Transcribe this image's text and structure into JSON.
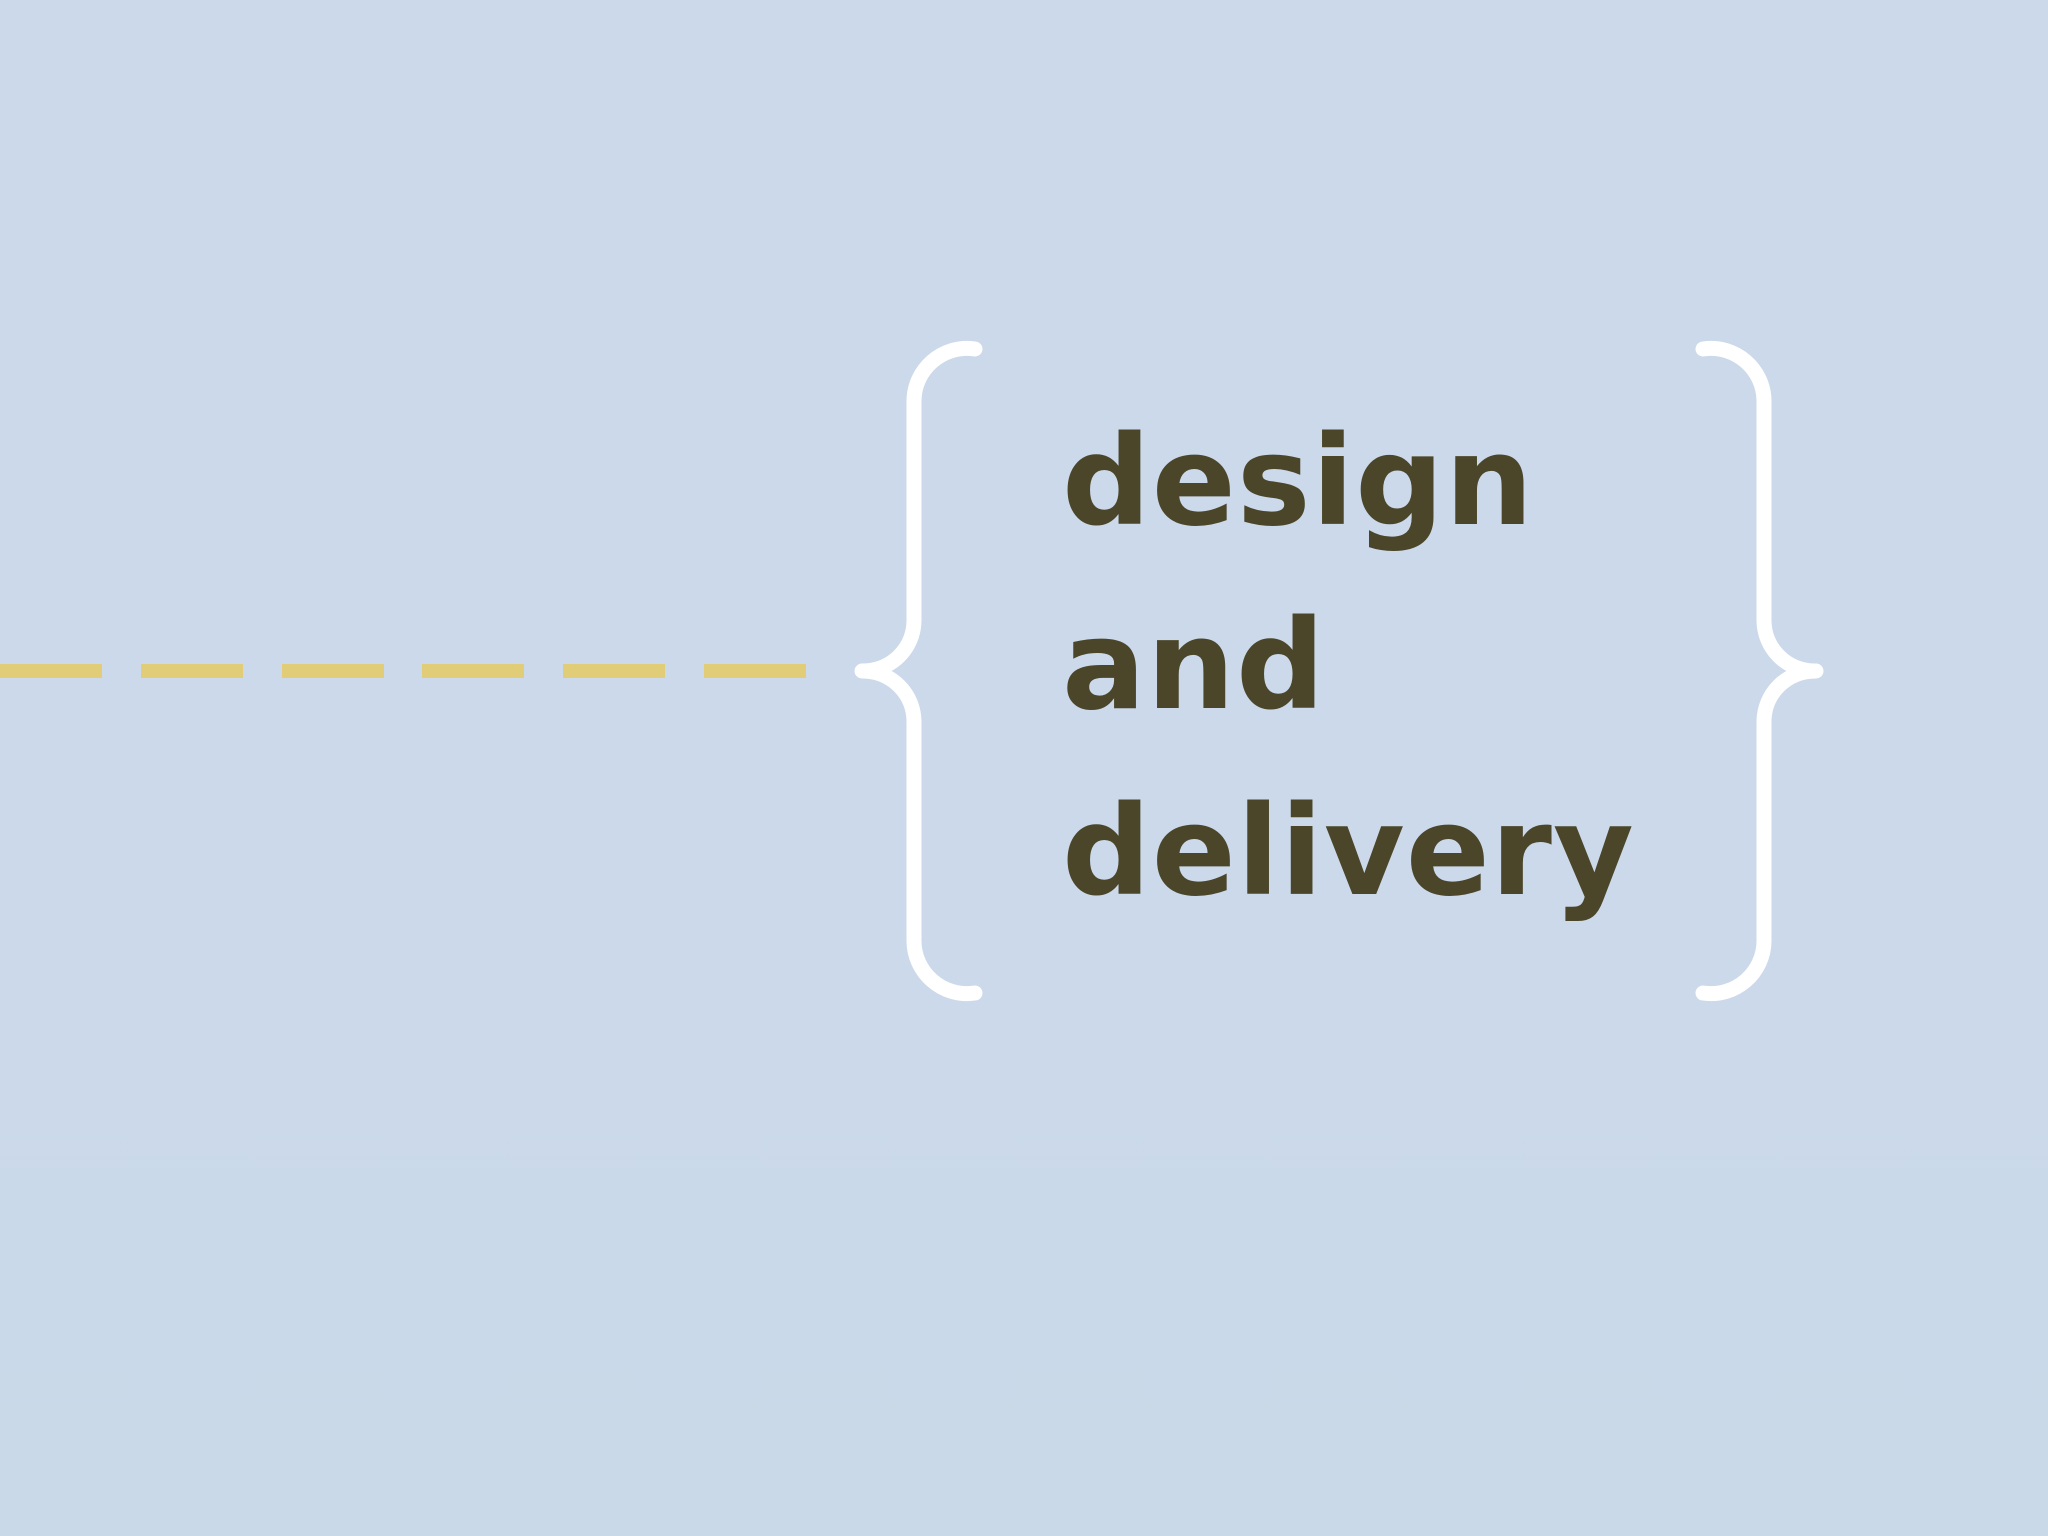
{
  "label": {
    "lines": [
      "design",
      "and",
      "delivery"
    ]
  },
  "colors": {
    "background": "#cbd9ea",
    "connector_dash": "#e1cd78",
    "brace": "#ffffff",
    "text": "#4b4629"
  }
}
